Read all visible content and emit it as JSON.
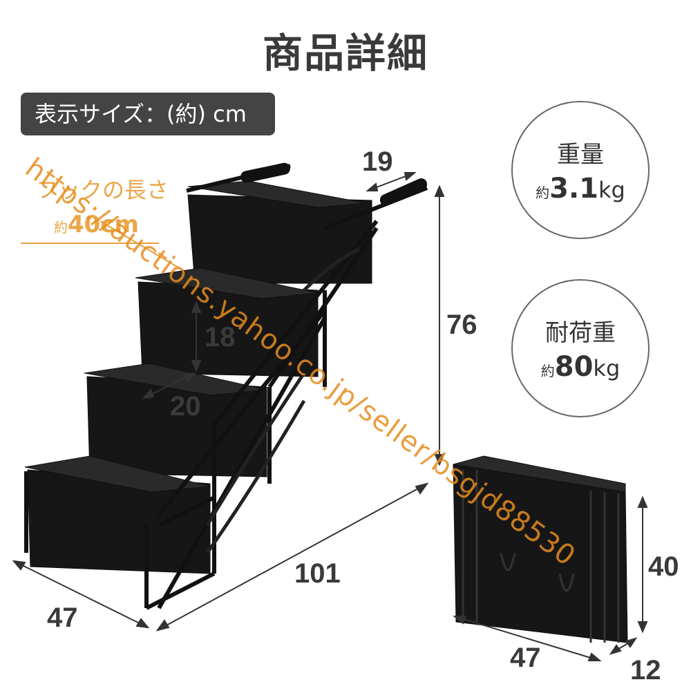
{
  "title": "商品詳細",
  "badge": "表示サイズ：(約) cm",
  "weight": {
    "label": "重量",
    "prefix": "約",
    "value": "3.1",
    "unit": "kg"
  },
  "load": {
    "label": "耐荷重",
    "prefix": "約",
    "value": "80",
    "unit": "kg"
  },
  "dims": {
    "handle": "19",
    "height": "76",
    "step_h": "18",
    "step_d": "20",
    "length": "101",
    "width": "47",
    "folded_h": "40",
    "folded_w": "47",
    "folded_d": "12"
  },
  "watermark": {
    "label": "フックの長さ",
    "prefix": "約",
    "value": "40cm",
    "url": "https://auctions.yahoo.co.jp/seller/bsgjd88530"
  }
}
